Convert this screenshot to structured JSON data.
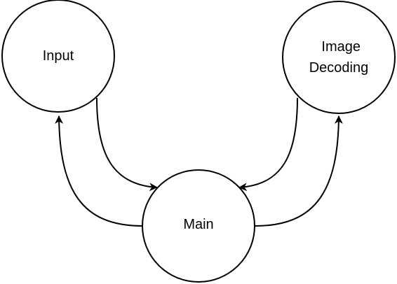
{
  "nodes": {
    "input": {
      "label": "Input"
    },
    "image_decoding": {
      "label_lines": [
        "Image",
        "Decoding"
      ]
    },
    "main": {
      "label": "Main"
    }
  },
  "edges": [
    {
      "from": "Input",
      "to": "Main"
    },
    {
      "from": "Main",
      "to": "Input"
    },
    {
      "from": "Image Decoding",
      "to": "Main"
    },
    {
      "from": "Main",
      "to": "Image Decoding"
    }
  ],
  "colors": {
    "stroke": "#000000",
    "node_fill": "#ffffff",
    "background": "#ffffff"
  }
}
